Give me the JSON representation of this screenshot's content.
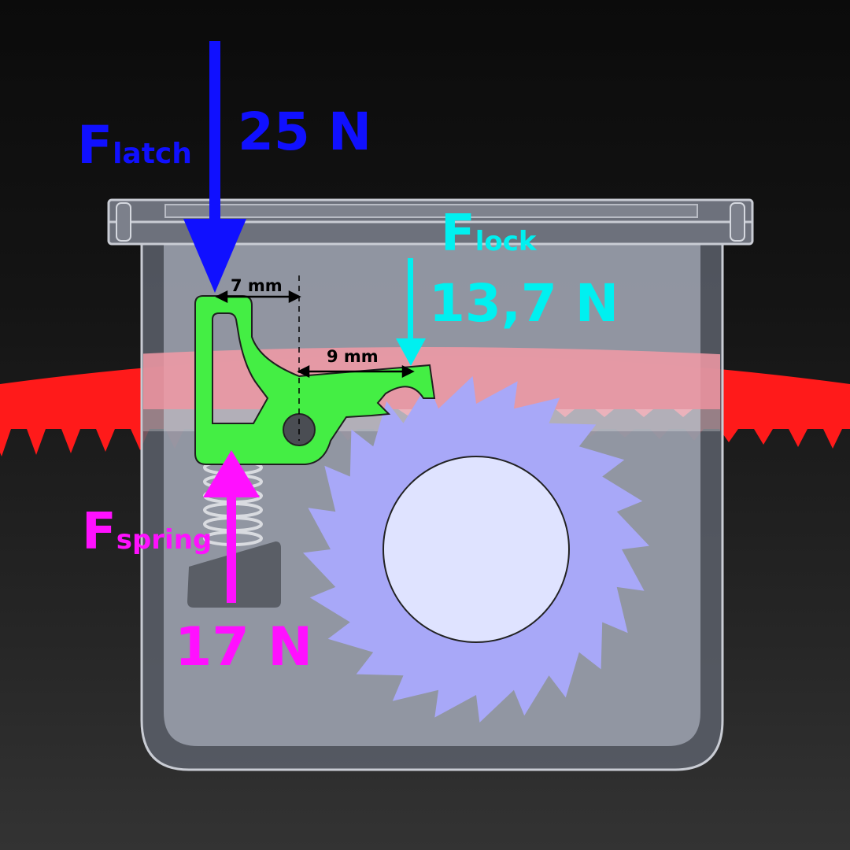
{
  "forces": {
    "latch": {
      "symbol": "F",
      "subscript": "latch",
      "value": "25 N",
      "color": "#1010ff"
    },
    "lock": {
      "symbol": "F",
      "subscript": "lock",
      "value": "13,7 N",
      "color": "#00f0f0"
    },
    "spring": {
      "symbol": "F",
      "subscript": "spring",
      "value": "17 N",
      "color": "#ff10ff"
    }
  },
  "dimensions": {
    "latch_arm": "7 mm",
    "lock_arm": "9 mm"
  },
  "colors": {
    "latch_part": "#44ee44",
    "gear": "#a8a8f8",
    "gear_hub": "#dfe3ff",
    "rack": "#ff1a1a",
    "housing": "#8f94a3"
  }
}
